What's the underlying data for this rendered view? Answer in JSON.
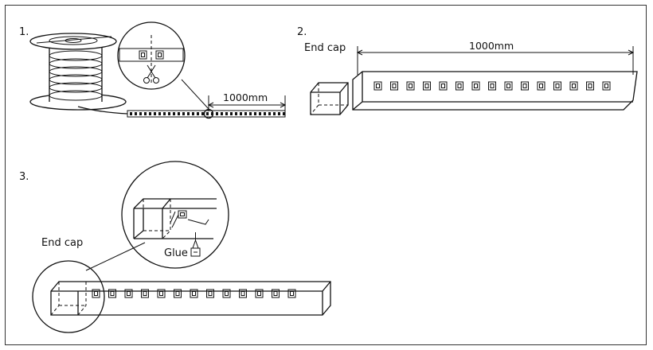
{
  "steps": [
    {
      "number": "1.",
      "dimension": "1000mm"
    },
    {
      "number": "2.",
      "end_cap_label": "End cap",
      "dimension": "1000mm"
    },
    {
      "number": "3.",
      "end_cap_label": "End cap",
      "glue_label": "Glue"
    }
  ],
  "icons": [
    "scissors-icon",
    "glue-bottle-icon"
  ]
}
